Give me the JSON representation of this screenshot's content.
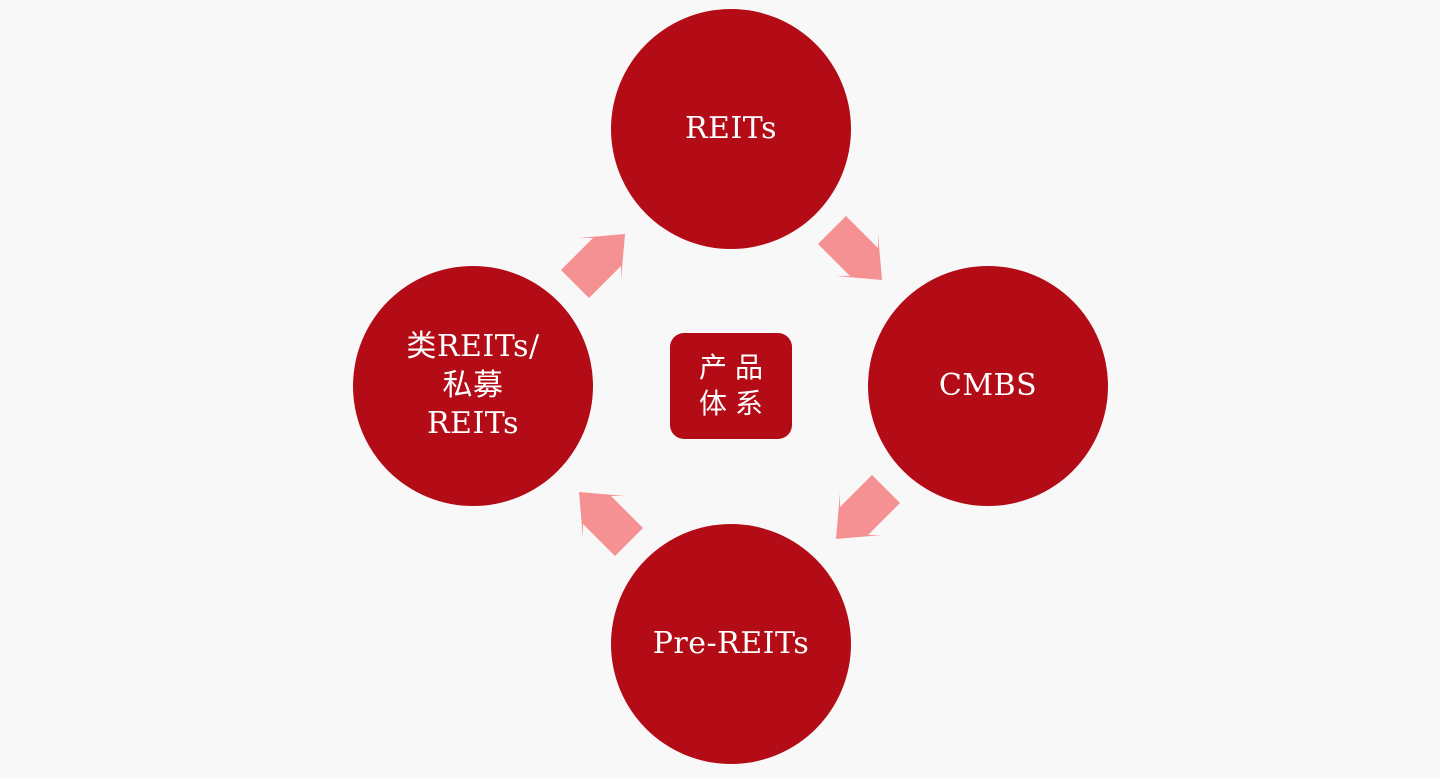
{
  "diagram": {
    "center_label_lines": [
      "产品",
      "体系"
    ],
    "nodes": {
      "top": {
        "lines": [
          "REITs"
        ]
      },
      "right": {
        "lines": [
          "CMBS"
        ]
      },
      "bottom": {
        "lines": [
          "Pre-REITs"
        ]
      },
      "left": {
        "lines": [
          "类REITs/",
          "私募",
          "REITs"
        ]
      }
    },
    "arrows": [
      {
        "from": "left",
        "to": "top"
      },
      {
        "from": "top",
        "to": "right"
      },
      {
        "from": "right",
        "to": "bottom"
      },
      {
        "from": "bottom",
        "to": "left"
      }
    ]
  },
  "colors": {
    "background": "#f8f8f9",
    "node_fill": "#b30c17",
    "arrow_fill": "#f59093",
    "text": "#ffffff"
  }
}
